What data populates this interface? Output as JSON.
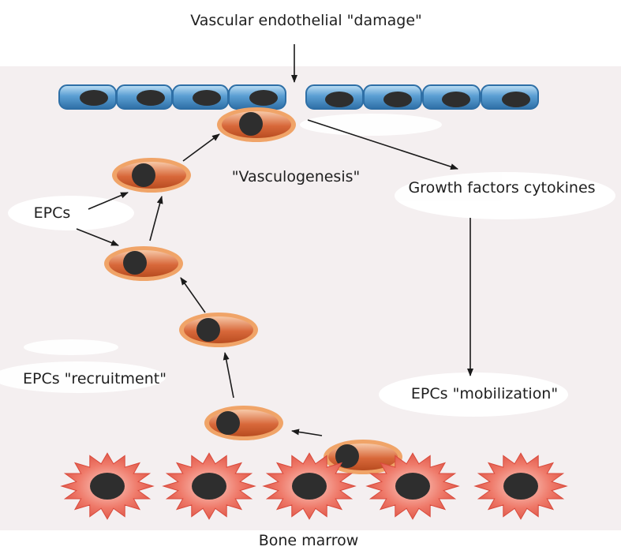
{
  "labels": {
    "top": "Vascular endothelial \"damage\"",
    "vasculogenesis": "\"Vasculogenesis\"",
    "growth": "Growth factors cytokines",
    "epcs": "EPCs",
    "recruitment": "EPCs \"recruitment\"",
    "mobilization": "EPCs \"mobilization\"",
    "bottom": "Bone marrow"
  },
  "colors": {
    "background_panel": "#f4eff0",
    "endothelial_fill": "#5b9fd3",
    "endothelial_dark": "#2e6fa6",
    "epc_fill": "#d8683a",
    "epc_ring": "#f0a468",
    "nucleus": "#2e2e2e",
    "marrow_fill": "#e85a4f",
    "arrow": "#1a1a1a"
  }
}
